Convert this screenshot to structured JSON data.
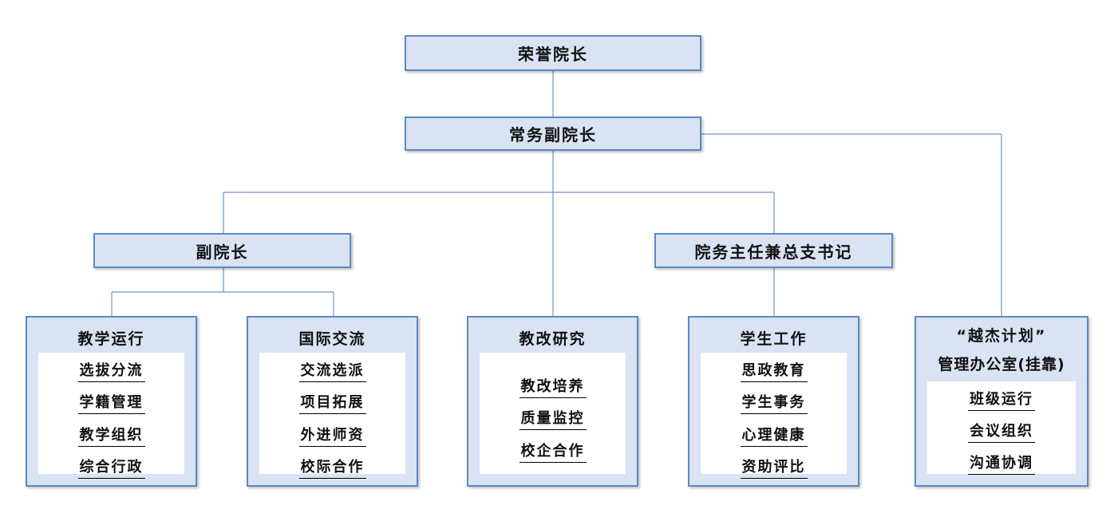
{
  "top": {
    "title": "荣誉院长"
  },
  "exec": {
    "title": "常务副院长"
  },
  "vice": {
    "title": "副院长"
  },
  "affairs": {
    "title": "院务主任兼总支书记"
  },
  "depts": [
    {
      "title": "教学运行",
      "items": [
        "选拔分流",
        "学籍管理",
        "教学组织",
        "综合行政"
      ]
    },
    {
      "title": "国际交流",
      "items": [
        "交流选派",
        "项目拓展",
        "外进师资",
        "校际合作"
      ]
    },
    {
      "title": "教改研究",
      "items": [
        "教改培养",
        "质量监控",
        "校企合作"
      ]
    },
    {
      "title": "学生工作",
      "items": [
        "思政教育",
        "学生事务",
        "心理健康",
        "资助评比"
      ]
    },
    {
      "title_line1": "“越杰计划”",
      "title_line2": "管理办公室(挂靠)",
      "items": [
        "班级运行",
        "会议组织",
        "沟通协调"
      ]
    }
  ],
  "colors": {
    "box_fill": "#d9e3f3",
    "box_border": "#5c89c4",
    "connector": "#6f95c5",
    "inner_fill": "#ffffff"
  }
}
